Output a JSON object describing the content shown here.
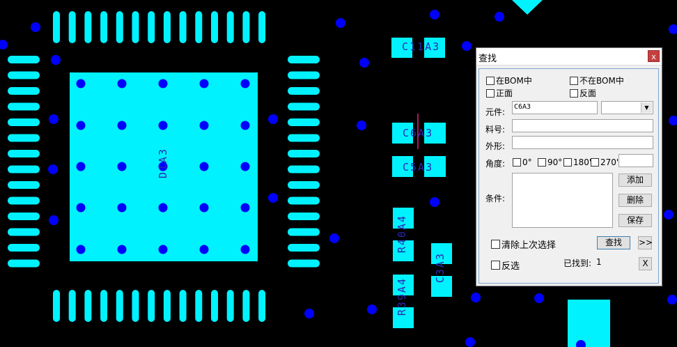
{
  "pcb": {
    "labels": {
      "c11a3": "C11A3",
      "c6a3": "C6A3",
      "c5a3": "C5A3",
      "d1a3": "D1A3",
      "r40a4": "R40A4",
      "r39a4": "R39A4",
      "c3a3": "C3A3"
    },
    "colors": {
      "pad": "#00f2ff",
      "via": "#0000ff",
      "background": "#000000",
      "silkscreen": "#2a2ab0"
    }
  },
  "dialog": {
    "title": "查找",
    "close_label": "x",
    "in_bom": "在BOM中",
    "not_in_bom": "不在BOM中",
    "top_side": "正面",
    "bottom_side": "反面",
    "component_label": "元件:",
    "component_value": "C6A3",
    "component_dropdown_value": "",
    "part_no_label": "料号:",
    "part_no_value": "",
    "footprint_label": "外形:",
    "footprint_value": "",
    "angle_label": "角度:",
    "angle_0": "0°",
    "angle_90": "90°",
    "angle_180": "180'",
    "angle_270": "270'",
    "angle_custom_value": "",
    "condition_label": "条件:",
    "add_button": "添加",
    "delete_button": "删除",
    "save_button": "保存",
    "clear_last_selection": "清除上次选择",
    "find_button": "查找",
    "more_button": ">>",
    "invert_selection": "反选",
    "found_label": "已找到:",
    "found_count": "1",
    "x_button": "X"
  }
}
